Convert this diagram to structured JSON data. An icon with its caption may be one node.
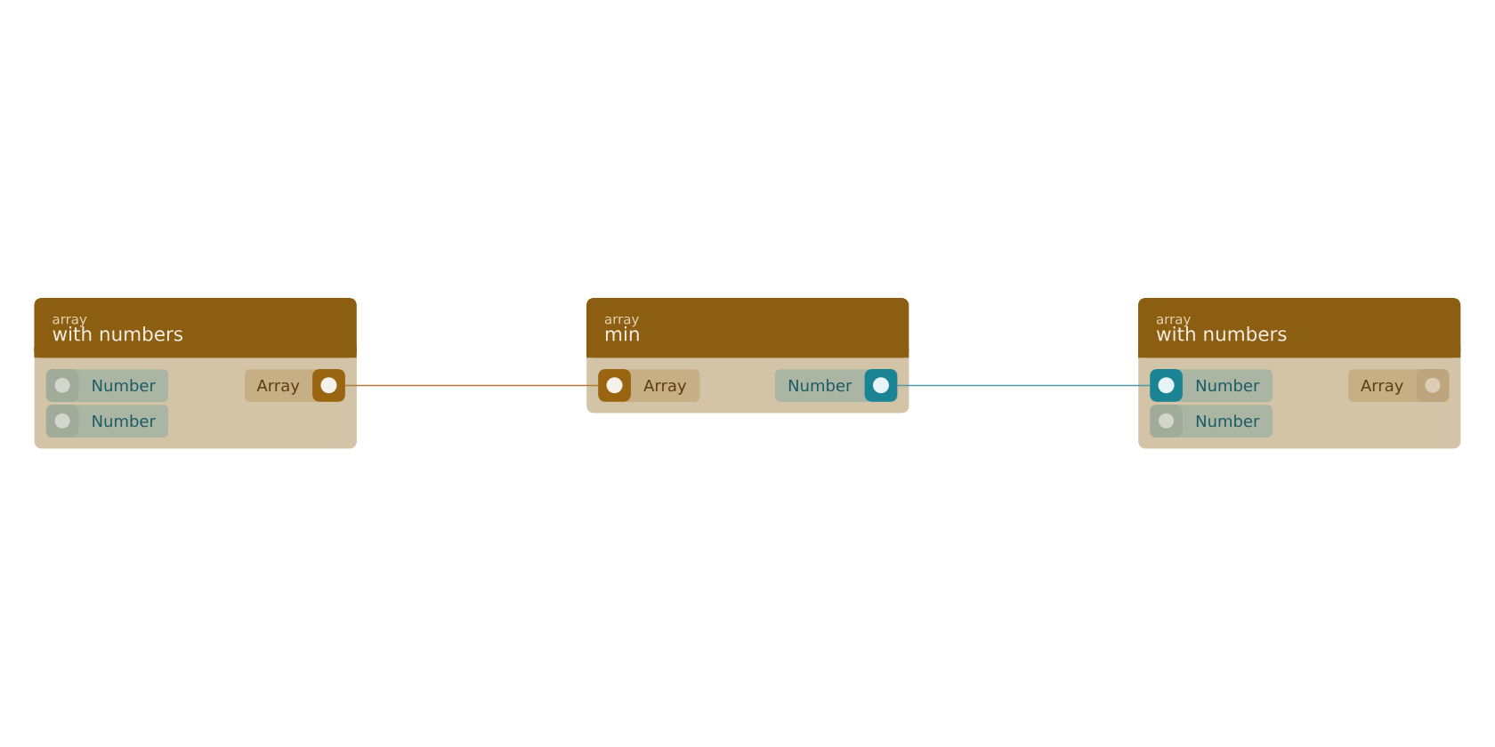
{
  "diagram": {
    "nodes": [
      {
        "text": [
          "array",
          "with numbers"
        ]
      },
      {
        "text": [
          "Number"
        ],
        "in": 0
      },
      {
        "text": [
          "Number"
        ],
        "in": 0
      },
      {
        "text": [
          "Array"
        ],
        "in": 0
      },
      {
        "text": [
          "array",
          "min"
        ]
      },
      {
        "text": [
          "Array"
        ],
        "in": 4
      },
      {
        "text": [
          "Number"
        ],
        "in": 4
      },
      {
        "text": [
          "array",
          "with numbers"
        ]
      },
      {
        "text": [
          "Number"
        ],
        "in": 7
      },
      {
        "text": [
          "Number"
        ],
        "in": 7
      },
      {
        "text": [
          "Array"
        ],
        "in": 7
      }
    ],
    "edges": [
      {
        "from": 3,
        "to": 5,
        "arrow": "none",
        "color": "#b07c3b"
      },
      {
        "from": 6,
        "to": 8,
        "arrow": "none",
        "color": "#4b9ba6"
      }
    ]
  }
}
